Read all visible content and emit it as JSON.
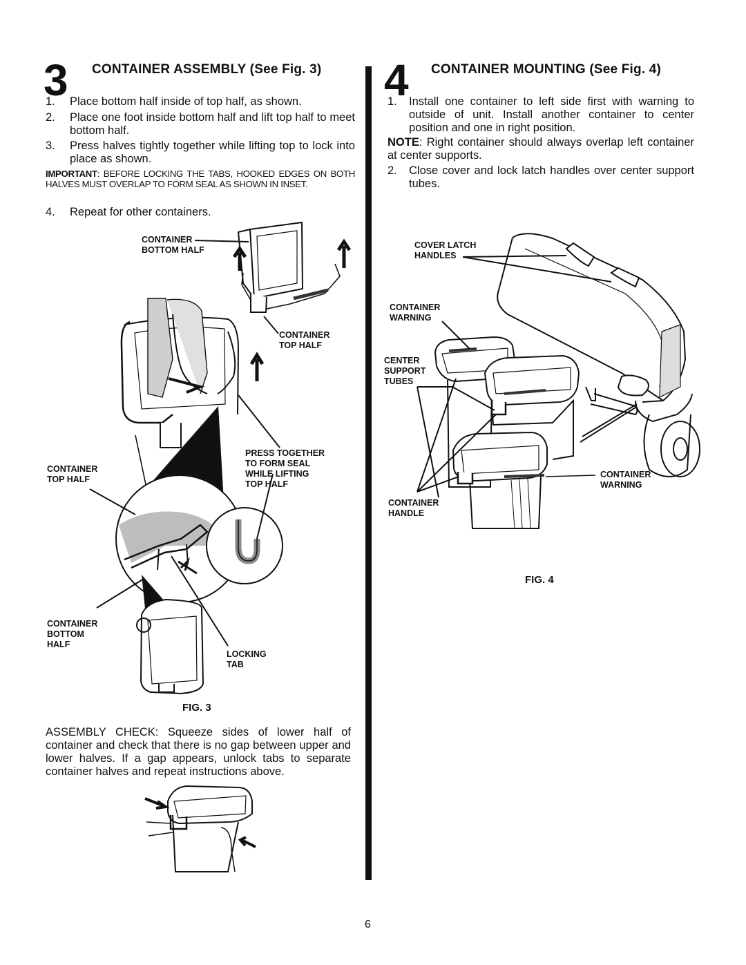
{
  "section3": {
    "number": "3",
    "heading": "CONTAINER ASSEMBLY (See Fig. 3)",
    "steps": [
      {
        "num": "1.",
        "text": "Place bottom half inside of top half, as shown."
      },
      {
        "num": "2.",
        "text": "Place one foot inside bottom half and lift top half to meet bottom half."
      },
      {
        "num": "3.",
        "text": "Press halves tightly together while lifting top to lock into place as shown."
      },
      {
        "num": "4.",
        "text": "Repeat for other containers."
      }
    ],
    "important_label": "IMPORTANT",
    "important_text": ": BEFORE LOCKING THE TABS, HOOKED EDGES ON BOTH HALVES MUST OVERLAP TO FORM SEAL AS SHOWN IN INSET.",
    "figure": {
      "label": "FIG. 3",
      "callouts": {
        "bottom_half_top": "CONTAINER\nBOTTOM HALF",
        "top_half_right": "CONTAINER\nTOP HALF",
        "press_together": "PRESS TOGETHER\nTO FORM SEAL\nWHILE LIFTING\nTOP HALF",
        "top_half_left": "CONTAINER\nTOP HALF",
        "bottom_half_left": "CONTAINER\nBOTTOM\nHALF",
        "locking_tab": "LOCKING\nTAB"
      }
    },
    "assembly_check": "ASSEMBLY CHECK: Squeeze sides of lower half of container and check that there is no gap between upper and lower halves.  If a gap appears, unlock tabs to separate container halves and repeat instructions above."
  },
  "section4": {
    "number": "4",
    "heading": "CONTAINER MOUNTING (See Fig. 4)",
    "steps": [
      {
        "num": "1.",
        "text": "Install one container to left side first with warning to outside of unit. Install another container to center position and one in right position."
      },
      {
        "num": "2.",
        "text": "Close cover and lock latch handles over center support tubes."
      }
    ],
    "note_label": "NOTE",
    "note_text": ": Right container should always overlap left container at  center supports.",
    "figure": {
      "label": "FIG. 4",
      "callouts": {
        "cover_latch": "COVER LATCH\nHANDLES",
        "container_warning_left": "CONTAINER\nWARNING",
        "center_support": "CENTER\nSUPPORT\nTUBES",
        "container_warning_right": "CONTAINER\nWARNING",
        "container_handle": "CONTAINER\nHANDLE"
      }
    }
  },
  "page_number": "6"
}
